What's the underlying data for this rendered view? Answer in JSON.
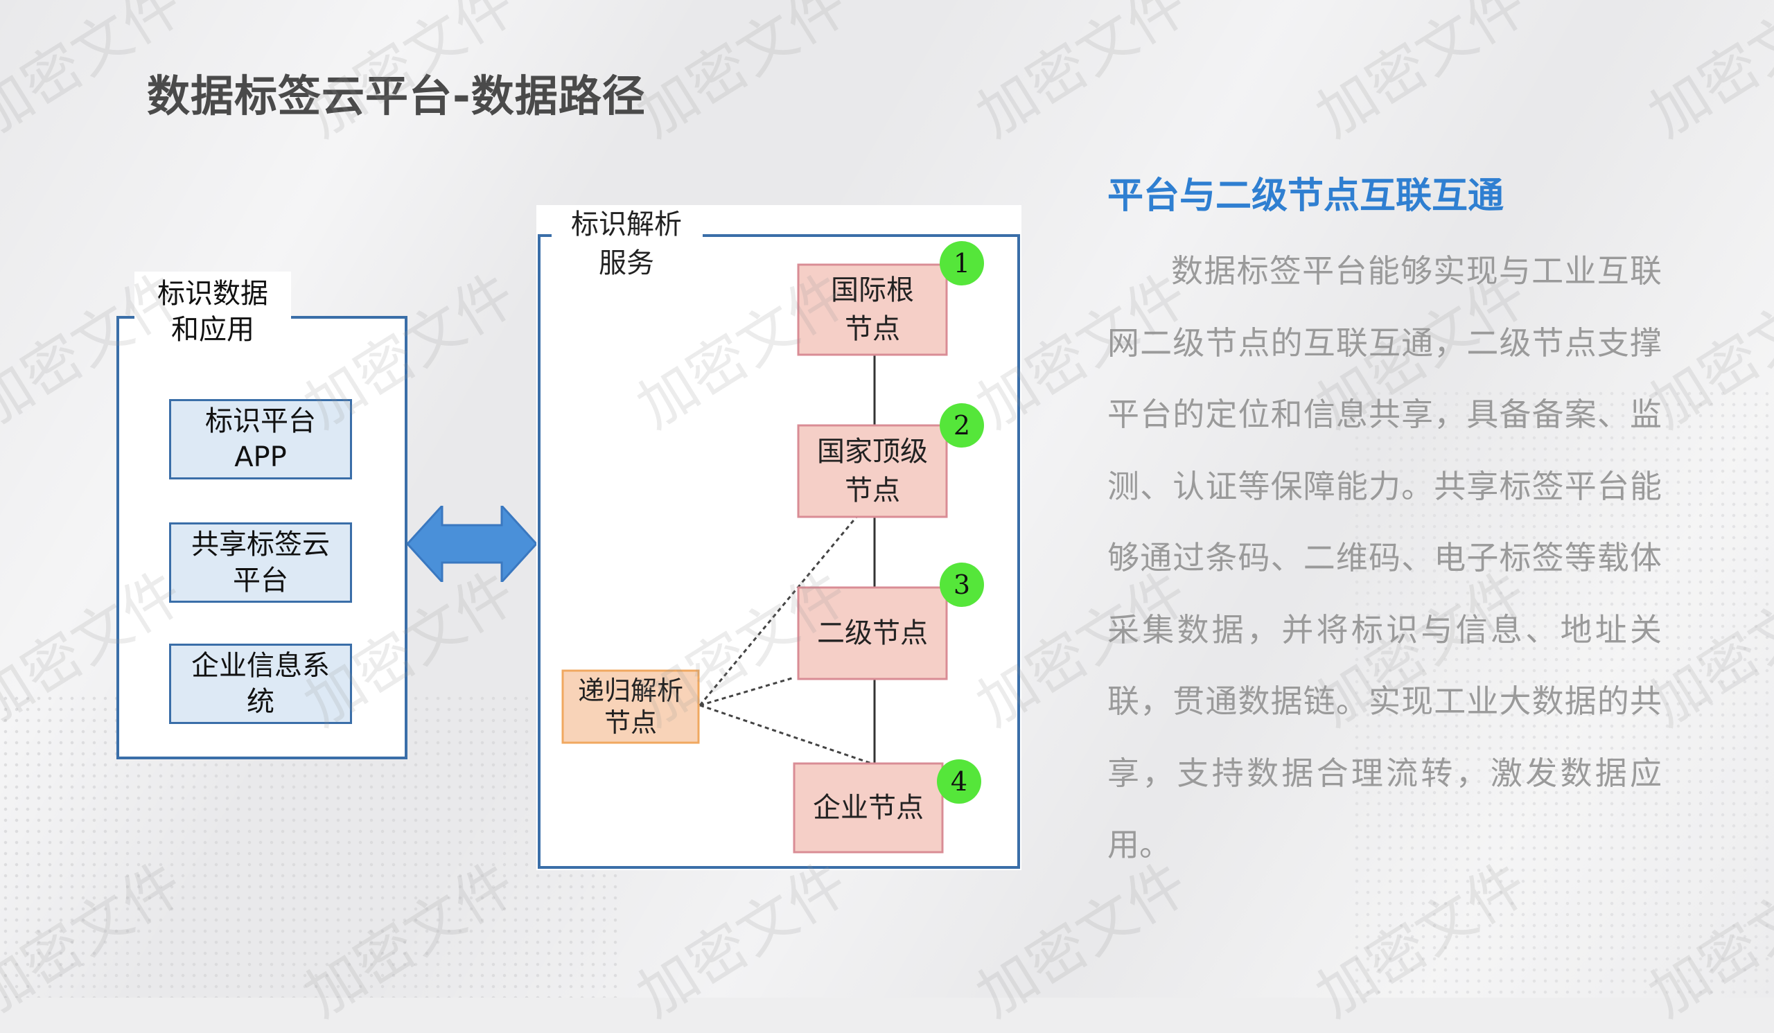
{
  "title": "数据标签云平台-数据路径",
  "right": {
    "subtitle": "平台与二级节点互联互通",
    "paragraph": "数据标签平台能够实现与工业互联网二级节点的互联互通，二级节点支撑平台的定位和信息共享，具备备案、监测、认证等保障能力。共享标签平台能够通过条码、二维码、电子标签等载体采集数据，并将标识与信息、地址关联，贯通数据链。实现工业大数据的共享，支持数据合理流转，激发数据应用。"
  },
  "left_panel": {
    "label": "标识数据\n和应用",
    "boxes": [
      "标识平台\nAPP",
      "共享标签云\n平台",
      "企业信息系\n统"
    ]
  },
  "diagram": {
    "label": "标识解析\n服务",
    "nodes": [
      {
        "text": "国际根\n节点",
        "badge": "1"
      },
      {
        "text": "国家顶级\n节点",
        "badge": "2"
      },
      {
        "text": "二级节点",
        "badge": "3"
      },
      {
        "text": "企业节点",
        "badge": "4"
      }
    ],
    "recursive_node": "递归解析\n节点"
  },
  "watermark": "加密文件",
  "colors": {
    "title": "#4a4a4a",
    "accent": "#2f7fd1",
    "panel_border": "#3a6ea8",
    "box_fill": "#dde9f5",
    "node_fill": "#f5cfc7",
    "node_border": "#d98c95",
    "recursive_fill": "#f8d3b8",
    "recursive_border": "#f0a860",
    "badge": "#55e63a",
    "arrow": "#4a90d9"
  }
}
